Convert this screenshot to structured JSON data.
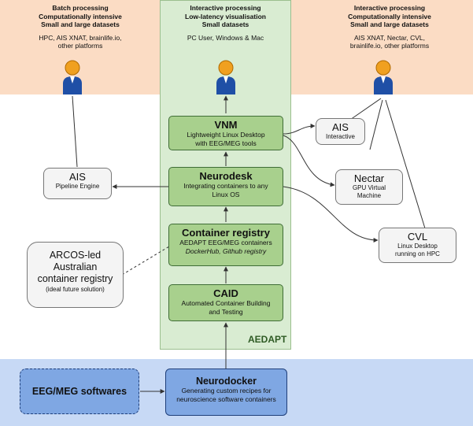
{
  "header_left": {
    "line1": "Batch processing",
    "line2": "Computationally intensive",
    "line3": "Small and large datasets",
    "line4": "HPC, AIS XNAT, brainlife.io,",
    "line5": "other platforms"
  },
  "header_center": {
    "line1": "Interactive processing",
    "line2": "Low-latency visualisation",
    "line3": "Small datasets",
    "line4": "PC User, Windows & Mac"
  },
  "header_right": {
    "line1": "Interactive processing",
    "line2": "Computationally intensive",
    "line3": "Small and large datasets",
    "line4": "AIS XNAT, Nectar, CVL,",
    "line5": "brainlife.io, other platforms"
  },
  "vnm": {
    "title": "VNM",
    "line1": "Lightweight Linux Desktop",
    "line2": "with EEG/MEG tools"
  },
  "neurodesk": {
    "title": "Neurodesk",
    "line1": "Integrating containers to any",
    "line2": "Linux OS"
  },
  "registry": {
    "title": "Container registry",
    "line1": "AEDAPT EEG/MEG containers",
    "line2": "DockerHub, Github registry"
  },
  "caid": {
    "title": "CAID",
    "line1": "Automated Container Building",
    "line2": "and Testing"
  },
  "ais_interactive": {
    "title": "AIS",
    "line1": "Interactive"
  },
  "ais_pipeline": {
    "title": "AIS",
    "line1": "Pipeline Engine"
  },
  "nectar": {
    "title": "Nectar",
    "line1": "GPU Virtual",
    "line2": "Machine"
  },
  "cvl": {
    "title": "CVL",
    "line1": "Linux Desktop",
    "line2": "running on HPC"
  },
  "arcos": {
    "line1": "ARCOS-led",
    "line2": "Australian",
    "line3": "container registry",
    "line4": "(ideal future solution)"
  },
  "aedapt_label": "AEDAPT",
  "eeg_softwares": "EEG/MEG softwares",
  "neurodocker": {
    "title": "Neurodocker",
    "line1": "Generating custom recipes for",
    "line2": "neuroscience software containers"
  },
  "colors": {
    "green_box": "#a8d08d",
    "green_column": "#d9ecd2",
    "orange_band": "#fbdcc4",
    "blue_band": "#c7d9f5",
    "blue_box": "#7fa7e3",
    "person": "#f0a020"
  }
}
